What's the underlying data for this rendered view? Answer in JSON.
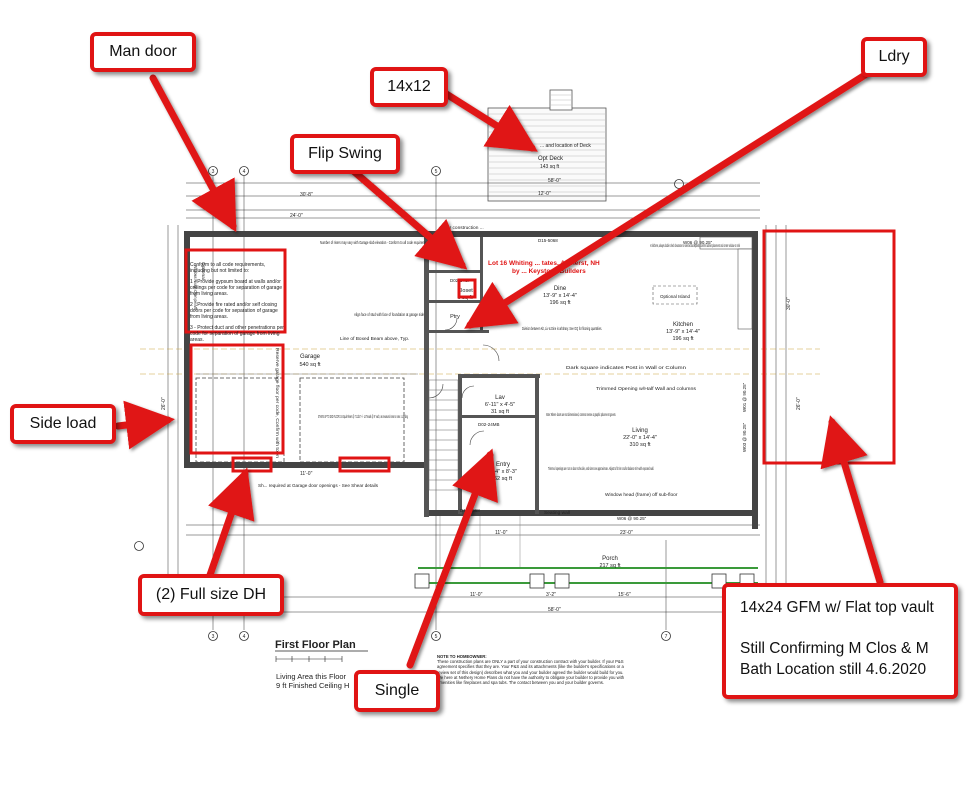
{
  "callouts": {
    "man_door": "Man door",
    "size_14x12": "14x12",
    "ldry": "Ldry",
    "flip_swing": "Flip Swing",
    "side_load": "Side load",
    "full_size_dh": "(2) Full size DH",
    "single": "Single",
    "gfm_line1": "14x24 GFM w/ Flat top vault",
    "gfm_line2": "Still Confirming M Clos & M",
    "gfm_line3": "Bath Location still 4.6.2020"
  },
  "plan": {
    "title": "First Floor Plan",
    "living_area": "Living Area this Floor",
    "ceiling": "9 ft Finished Ceiling H",
    "project_line1": "Lot 16 Whiting ... tates, Amherst, NH",
    "project_line2": "by ... Keystone Builders",
    "deck": {
      "label": "Opt Deck",
      "area": "143 sq ft",
      "note": "... and location of Deck"
    },
    "rooms": {
      "garage": {
        "label": "Garage",
        "area": "540 sq ft"
      },
      "dine": {
        "label": "Dine",
        "dims": "13'-9\" x 14'-4\"",
        "area": "196 sq ft"
      },
      "kitchen": {
        "label": "Kitchen",
        "dims": "13'-9\" x 14'-4\"",
        "area": "196 sq ft"
      },
      "living": {
        "label": "Living",
        "dims": "22'-0\" x 14'-4\"",
        "area": "310 sq ft"
      },
      "lav": {
        "label": "Lav",
        "dims": "6'-11\" x 4'-5\"",
        "area": "31 sq ft"
      },
      "entry": {
        "label": "Entry",
        "dims": "7'-4\" x 8'-3\"",
        "area": "62 sq ft"
      },
      "closet": {
        "label": "Closet",
        "area": "6 sq ft"
      },
      "pantry": {
        "label": "Ptry"
      },
      "porch": {
        "label": "Porch",
        "area": "217 sq ft"
      },
      "island": {
        "label": "Optional Island"
      }
    },
    "dims": {
      "overall_top": "58'-0\"",
      "overall_bottom": "58'-0\"",
      "garage_width": "24'-0\"",
      "deck_width": "12'-0\"",
      "deck_depth": "30'-8\"",
      "right_side": "30'-0\"",
      "right_side_b": "26'-0\"",
      "left_side": "26'-0\"",
      "porch_width": "15'-6\"",
      "lower_a": "11'-0\"",
      "lower_b": "3'-2\"",
      "living_width": "23'-0\"",
      "entry_width": "11'-0\"",
      "garage_door": "11'-0\""
    },
    "notes": {
      "garage_code": "Conform to all code requirements, including but not limited to:",
      "garage_code_1": "1 - Provide gypsum board at walls and/or ceilings per code for separation of garage from living areas.",
      "garage_code_2": "2 - Provide fire rated and/or self closing doors per code for separation of garage from living areas.",
      "garage_code_3": "3 - Protect duct and other penetrations per code for separation of garage from living areas.",
      "risers": "Number of risers may vary with Garage slab elevation - Conform to all code requirements",
      "align_stud": "Align face of stud with face of foundation at garage side",
      "boxed_beam": "Line of Boxed Beam above, Typ.",
      "stairs": "STAIRS UP TO 2ND FLOOR: 16 Equal Risers @ 7 11/16\" +/- 14 Treads @ 9\" each, as measured nose to nose 1 Landing",
      "shear": "Sh... required at Garage door openings - See Shear details",
      "division": "Division between Kit, Liv & Dine is arbitrary. See GQ for flooring quantities.",
      "dark_square": "Dark square indicates Post in Wall or Column",
      "trimmed_opening": "Trimmed Opening w/Half Wall and columns",
      "doors_note": "Note: Where doors are not dimensioned, common sense & graphic placement govern.",
      "trimmed_openings": "Trimmed openings are not on door schedule, and sizes are approximate. Adjust to fit trim and/or balance trim with exposed wall.",
      "window_head": "Window head (frame) off sub-floor",
      "kitchen_note": "At kitchens, always double check clearance to selected backsplash, confirm cabinet placement and center window on sink",
      "for_construction": "For construction ...",
      "homeowner_title": "NOTE TO HOMEOWNER:",
      "homeowner_body": "These construction plans are ONLY a part of your construction contract with your builder. If your P&S agreement specifies that they are. Your P&S and its attachments (like the builder's specifications or a review set of this design) describes what you and your builder agreed the builder would build for you. We here at Nethery Home Plans do not have the authority to obligate your builder to provide you with amenities like fireplaces and spa tubs. The contact between you and your builder governs.",
      "seating_wall": "Seating wall",
      "optional": "Optional",
      "side_door_note": "Windows Rough Open per Mfr",
      "garage_window_note": "Reserve garage floor per code, Confirm with town"
    },
    "doors": {
      "d1": "D15-5068",
      "d2": "D02-24OP",
      "d3": "D02-24MB",
      "d4": "D10-3068",
      "w1": "W06 @ 90.25\"",
      "w2": "W06 @ 90.25\"",
      "w3": "W03 @ 90.25\"",
      "w4": "W01 @ 90.25\""
    }
  }
}
